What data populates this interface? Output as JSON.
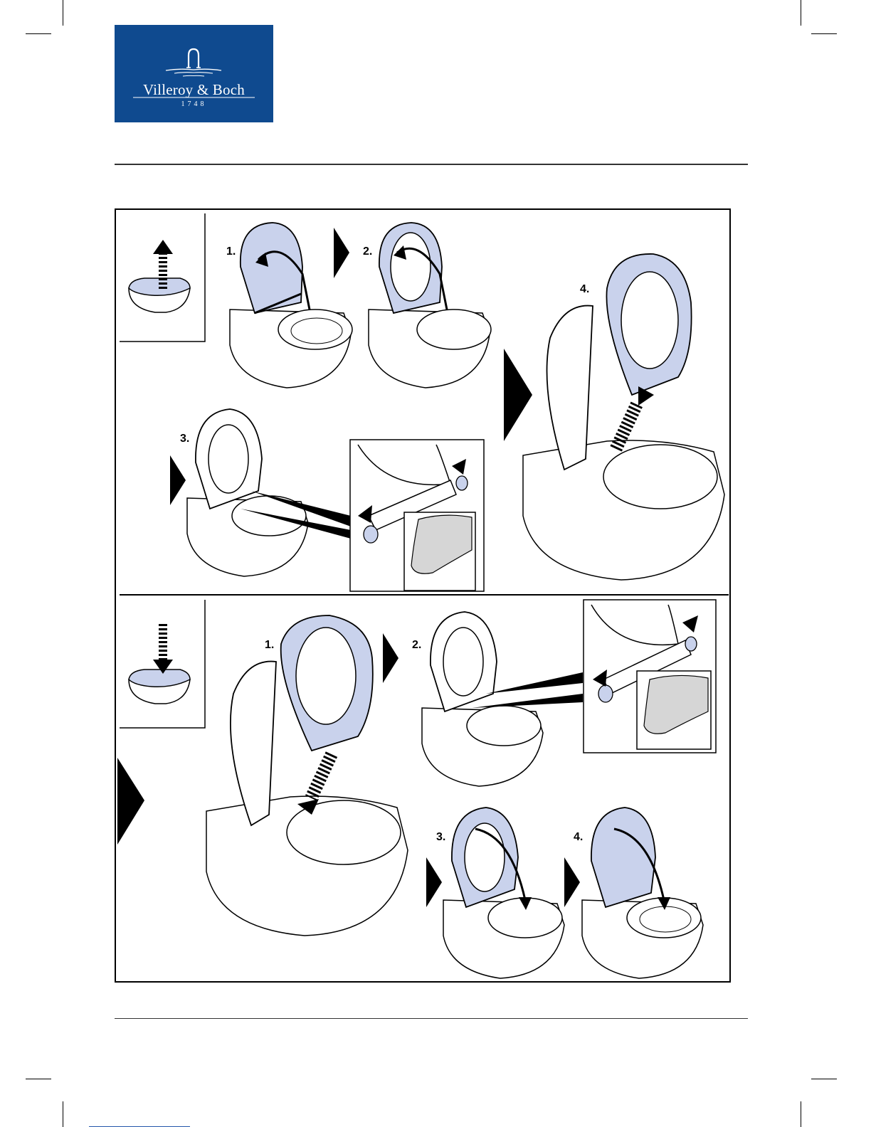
{
  "brand": {
    "name": "Villeroy & Boch",
    "year": "1748",
    "color": "#0f4a8f"
  },
  "illustration": {
    "seat_color": "#c9d2ec",
    "top_panel": {
      "icon": "lift-arrow-icon",
      "steps": [
        {
          "label": "1."
        },
        {
          "label": "2."
        },
        {
          "label": "3."
        },
        {
          "label": "4."
        }
      ]
    },
    "bottom_panel": {
      "icon": "press-down-arrow-icon",
      "steps": [
        {
          "label": "1."
        },
        {
          "label": "2."
        },
        {
          "label": "3."
        },
        {
          "label": "4."
        }
      ]
    }
  }
}
